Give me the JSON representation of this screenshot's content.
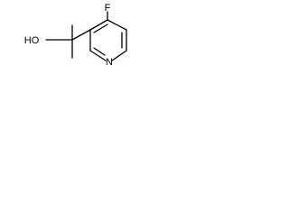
{
  "structure": {
    "atoms": {
      "fluorine": "F",
      "hydroxyl": "HO",
      "nitrogen": "N"
    }
  }
}
